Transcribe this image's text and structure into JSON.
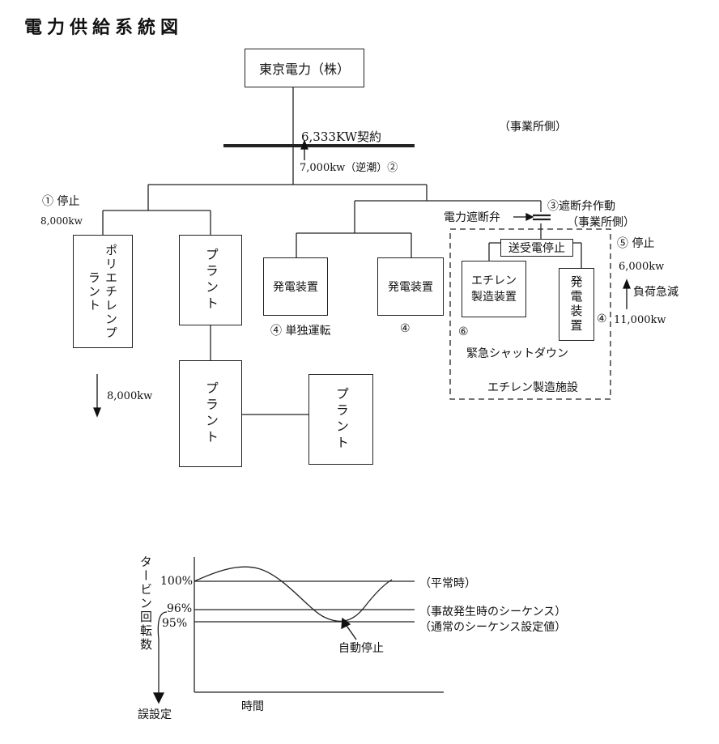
{
  "title": "電力供給系統図",
  "utility": "東京電力（株）",
  "contract": "6,333KW契約",
  "side_label": "（事業所側）",
  "reverse_flow": "7,000kw（逆潮）②",
  "left": {
    "stop_label": "① 停止",
    "stop_kw": "8,000kw",
    "poly_plant": "ポリエチレンプラント",
    "plant_a": "プラント",
    "plant_b": "プラント",
    "plant_c": "プラント",
    "down_kw": "8,000kw"
  },
  "center": {
    "gen1": "発電装置",
    "gen1_note": "④ 単独運転",
    "gen2": "発電装置",
    "gen2_note": "④"
  },
  "right": {
    "breaker_label": "電力遮断弁",
    "breaker_action": "③遮断弁作動",
    "breaker_side": "（事業所側）",
    "send_stop": "送受電停止",
    "ethylene_unit": "エチレン製造装置",
    "gen_unit": "発電装置",
    "gen_unit_num": "④",
    "num6": "⑥",
    "emergency": "緊急シャットダウン",
    "facility": "エチレン製造施設",
    "stop5": "⑤ 停止",
    "kw6000": "6,000kw",
    "load_drop": "負荷急減",
    "kw11000": "11,000kw"
  },
  "graph": {
    "ylabel": "タービン回転数",
    "y100": "100%",
    "y96": "96%",
    "y95": "95%",
    "normal": "（平常時）",
    "accident": "（事故発生時のシーケンス）",
    "usual": "（通常のシーケンス設定値）",
    "auto_stop": "自動停止",
    "xlabel": "時間",
    "mis_set": "誤設定"
  }
}
